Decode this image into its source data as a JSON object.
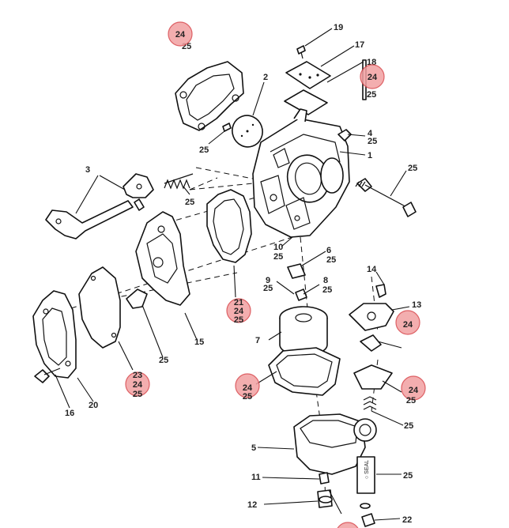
{
  "labels": {
    "l19": "19",
    "l17": "17",
    "l18": "18",
    "l25_18": "25",
    "l2": "2",
    "l4": "4",
    "l25_4": "25",
    "l1": "1",
    "l25_gasket": "25",
    "l3": "3",
    "l25_spring": "25",
    "l25_screw": "25",
    "l10": "10",
    "l25_10": "25",
    "l6": "6",
    "l25_6": "25",
    "l9": "9",
    "l25_9": "25",
    "l8": "8",
    "l25_8": "25",
    "l14": "14",
    "l13": "13",
    "l7": "7",
    "l15": "15",
    "l25_plug": "25",
    "l20": "20",
    "l16": "16",
    "l25_spring2": "25",
    "l5": "5",
    "l11": "11",
    "l12": "12",
    "l25_insert": "25",
    "l22": "22",
    "l25_top": "25"
  },
  "callouts": {
    "c_top": [
      "24"
    ],
    "c_right_top": [
      "24"
    ],
    "c_mid": [
      "21",
      "24",
      "25"
    ],
    "c_left": [
      "23",
      "24",
      "25"
    ],
    "c_float": [
      "24",
      "25"
    ],
    "c_pump1": [
      "24"
    ],
    "c_pump2": [
      "24",
      "25"
    ]
  },
  "tag_text": "○ SEAL"
}
